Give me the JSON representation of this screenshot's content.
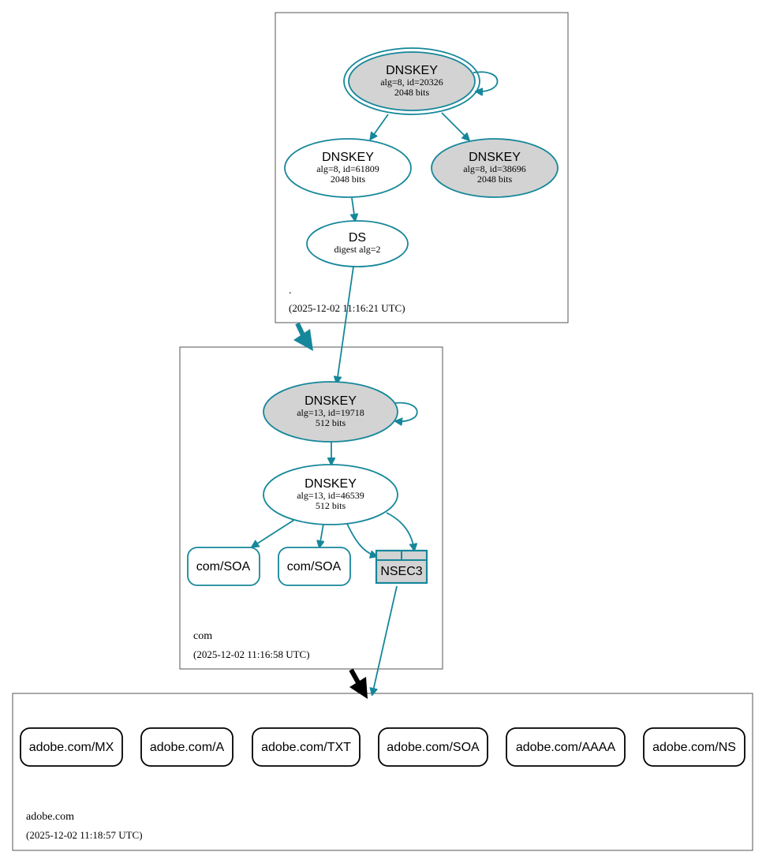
{
  "zones": {
    "root": {
      "name": ".",
      "timestamp": "(2025-12-02 11:16:21 UTC)"
    },
    "com": {
      "name": "com",
      "timestamp": "(2025-12-02 11:16:58 UTC)"
    },
    "adobe": {
      "name": "adobe.com",
      "timestamp": "(2025-12-02 11:18:57 UTC)"
    }
  },
  "nodes": {
    "root_ksk": {
      "title": "DNSKEY",
      "alg": "alg=8, id=20326",
      "bits": "2048 bits"
    },
    "root_zsk": {
      "title": "DNSKEY",
      "alg": "alg=8, id=61809",
      "bits": "2048 bits"
    },
    "root_key3": {
      "title": "DNSKEY",
      "alg": "alg=8, id=38696",
      "bits": "2048 bits"
    },
    "com_ds": {
      "title": "DS",
      "sub": "digest alg=2"
    },
    "com_ksk": {
      "title": "DNSKEY",
      "alg": "alg=13, id=19718",
      "bits": "512 bits"
    },
    "com_zsk": {
      "title": "DNSKEY",
      "alg": "alg=13, id=46539",
      "bits": "512 bits"
    },
    "com_soa_1": {
      "label": "com/SOA"
    },
    "com_soa_2": {
      "label": "com/SOA"
    },
    "nsec3": {
      "label": "NSEC3"
    }
  },
  "adobe_records": [
    "adobe.com/MX",
    "adobe.com/A",
    "adobe.com/TXT",
    "adobe.com/SOA",
    "adobe.com/AAAA",
    "adobe.com/NS"
  ],
  "colors": {
    "edge": "#16879a",
    "signed_key_fill": "#d3d3d3",
    "delegation_arrow": "#000000"
  }
}
